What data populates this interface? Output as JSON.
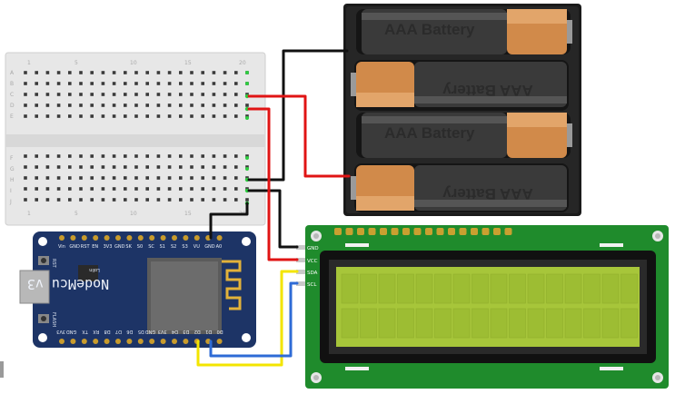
{
  "battery_pack": {
    "cells": [
      {
        "label": "AAA Battery",
        "orientation": "normal"
      },
      {
        "label": "AAA Battery",
        "orientation": "flipped"
      },
      {
        "label": "AAA Battery",
        "orientation": "normal"
      },
      {
        "label": "AAA Battery",
        "orientation": "flipped"
      }
    ]
  },
  "breadboard": {
    "column_numbers": [
      "1",
      "5",
      "10",
      "15",
      "20"
    ],
    "row_letters_top": [
      "A",
      "B",
      "C",
      "D",
      "E"
    ],
    "row_letters_bottom": [
      "F",
      "G",
      "H",
      "I",
      "J"
    ]
  },
  "nodemcu": {
    "title": "NodeMcu v3",
    "brand": "Lolin",
    "top_pins": [
      "Vin",
      "GND",
      "RST",
      "EN",
      "3V3",
      "GND",
      "SK",
      "S0",
      "SC",
      "S1",
      "S2",
      "S3",
      "VU",
      "GND",
      "A0"
    ],
    "bottom_pins": [
      "3V3",
      "GND",
      "TX",
      "RX",
      "D8",
      "D7",
      "D6",
      "D5",
      "GND",
      "3V3",
      "D4",
      "D3",
      "D2",
      "D1",
      "D0"
    ],
    "button_labels": [
      "RST",
      "FLASH"
    ]
  },
  "lcd": {
    "pins": [
      "GND",
      "VCC",
      "SDA",
      "SCL"
    ],
    "screen_color": "#a7c63a",
    "pcb_color": "#1f8b2c"
  },
  "wires": {
    "colors": {
      "black": "#111111",
      "red": "#e01414",
      "yellow": "#f3e500",
      "blue": "#2e6bd6"
    }
  }
}
